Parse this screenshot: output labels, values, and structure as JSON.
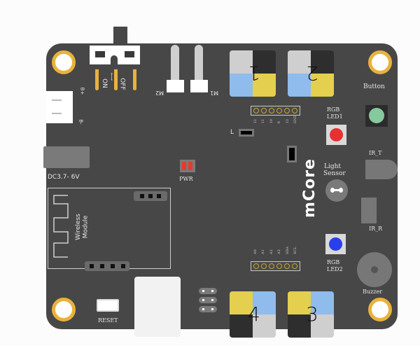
{
  "board": {
    "name": "mCore",
    "colors": {
      "pcb": "#474747",
      "hole_ring": "#e8b23c",
      "port_yellow": "#e4cf4f",
      "port_blue": "#8fbcec",
      "port_gray": "#cfcfcf",
      "port_black": "#2e2e2e",
      "led_red": "#e83030",
      "led_blue": "#2a3ef0",
      "button_green": "#85c99c",
      "pwr_led": "#e33b2e"
    }
  },
  "switch": {
    "on_label": "ON",
    "off_label": "OFF"
  },
  "motors": [
    {
      "label": "M2"
    },
    {
      "label": "M1"
    }
  ],
  "battery": {
    "plus_label": "B+",
    "minus_label": "B-"
  },
  "power_jack": {
    "label": "DC3.7- 6V"
  },
  "pwr_led": {
    "label": "PWR"
  },
  "ports": [
    {
      "number": "1"
    },
    {
      "number": "2"
    },
    {
      "number": "3"
    },
    {
      "number": "4"
    }
  ],
  "top_header": {
    "pins": [
      "12",
      "11",
      "10",
      "9",
      "13",
      "GND"
    ]
  },
  "bottom_header": {
    "pins": [
      "A0",
      "A1",
      "A2",
      "A3",
      "SDA",
      "SCL"
    ]
  },
  "l_led": {
    "label": "L"
  },
  "rgb_led1": {
    "line1": "RGB",
    "line2": "LED1"
  },
  "rgb_led2": {
    "line1": "RGB",
    "line2": "LED2"
  },
  "button": {
    "label": "Button"
  },
  "ir_t": {
    "label": "IR_T"
  },
  "ir_r": {
    "label": "IR_R"
  },
  "light_sensor": {
    "line1": "Light",
    "line2": "Sensor"
  },
  "buzzer": {
    "label": "Buzzer"
  },
  "wireless": {
    "line1": "Wireless",
    "line2": "Module"
  },
  "reset": {
    "label": "RESET"
  },
  "logo": {
    "text": "mCore"
  }
}
